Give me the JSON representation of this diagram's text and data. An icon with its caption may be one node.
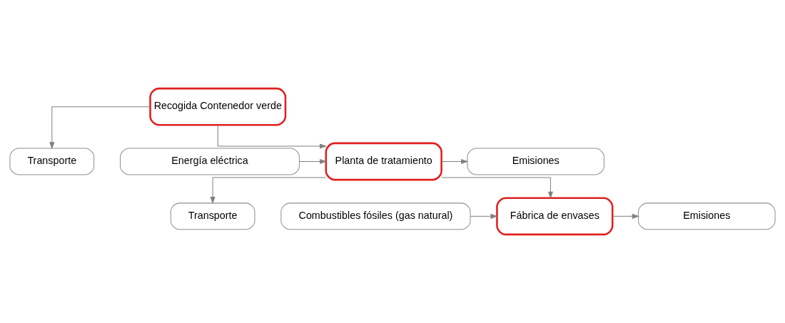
{
  "diagram": {
    "nodes": [
      {
        "text": [
          "Recogida Contenedor verde"
        ]
      },
      {
        "text": [
          "Transporte"
        ]
      },
      {
        "text": [
          "Energía eléctrica"
        ]
      },
      {
        "text": [
          "Planta de tratamiento"
        ]
      },
      {
        "text": [
          "Emisiones"
        ]
      },
      {
        "text": [
          "Transporte"
        ]
      },
      {
        "text": [
          "Combustibles fósiles (gas natural)"
        ]
      },
      {
        "text": [
          "Fábrica de envases"
        ]
      },
      {
        "text": [
          "Emisiones"
        ]
      }
    ],
    "edges": [
      {
        "from": 0,
        "to": 3,
        "arrow": "to"
      },
      {
        "from": 0,
        "to": 1,
        "arrow": "to"
      },
      {
        "from": 2,
        "to": 3,
        "arrow": "to"
      },
      {
        "from": 3,
        "to": 4,
        "arrow": "to"
      },
      {
        "from": 3,
        "to": 7,
        "arrow": "to"
      },
      {
        "from": 3,
        "to": 5,
        "arrow": "to"
      },
      {
        "from": 6,
        "to": 7,
        "arrow": "to"
      },
      {
        "from": 7,
        "to": 8,
        "arrow": "to"
      }
    ]
  }
}
